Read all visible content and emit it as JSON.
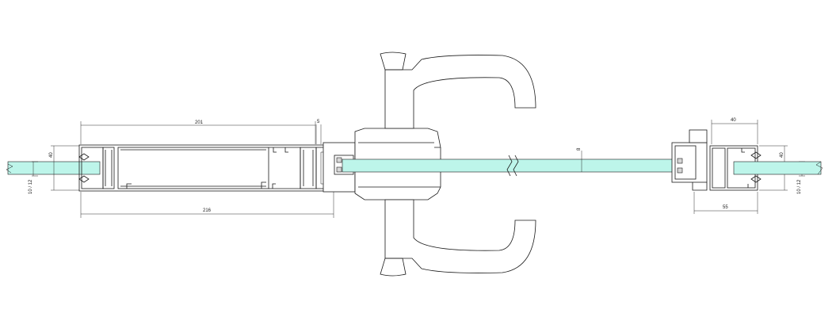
{
  "colors": {
    "glass": "#bdf5ea",
    "line": "#1a1a1a",
    "background": "#ffffff",
    "gasket": "#d8d8d8"
  },
  "dimensions": {
    "left_frame_inner_width": "201",
    "left_gap": "5",
    "left_frame_total_width": "216",
    "left_profile_height": "40",
    "left_glass_thickness": "10 / 12",
    "door_glass_thickness": "8",
    "right_profile_width_top": "40",
    "right_profile_height": "40",
    "right_frame_width": "55",
    "right_glass_thickness": "10 / 12"
  }
}
